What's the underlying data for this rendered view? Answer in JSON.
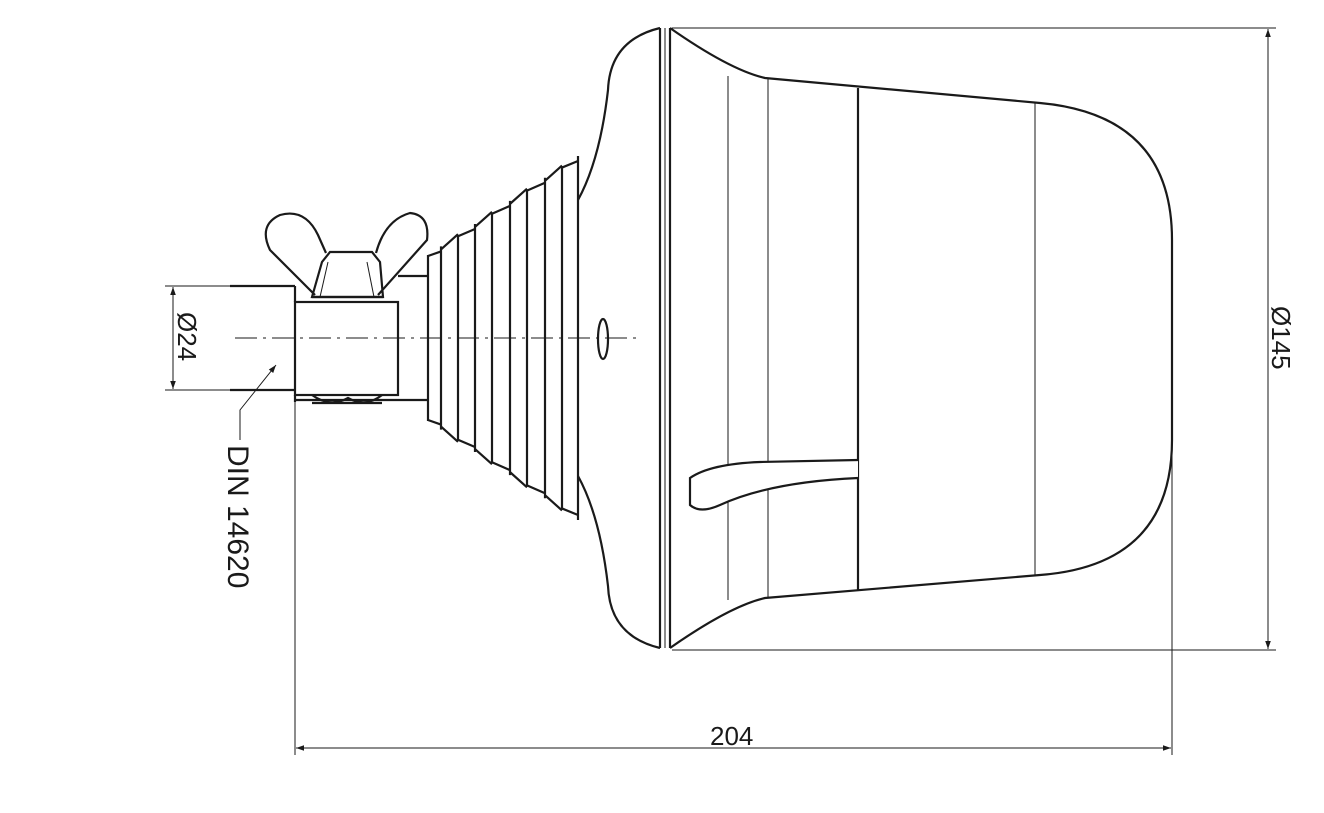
{
  "drawing": {
    "dim_pipe_diameter": "Ø24",
    "dim_body_diameter": "Ø145",
    "dim_total_length": "204",
    "coupling_standard": "DIN 14620"
  }
}
